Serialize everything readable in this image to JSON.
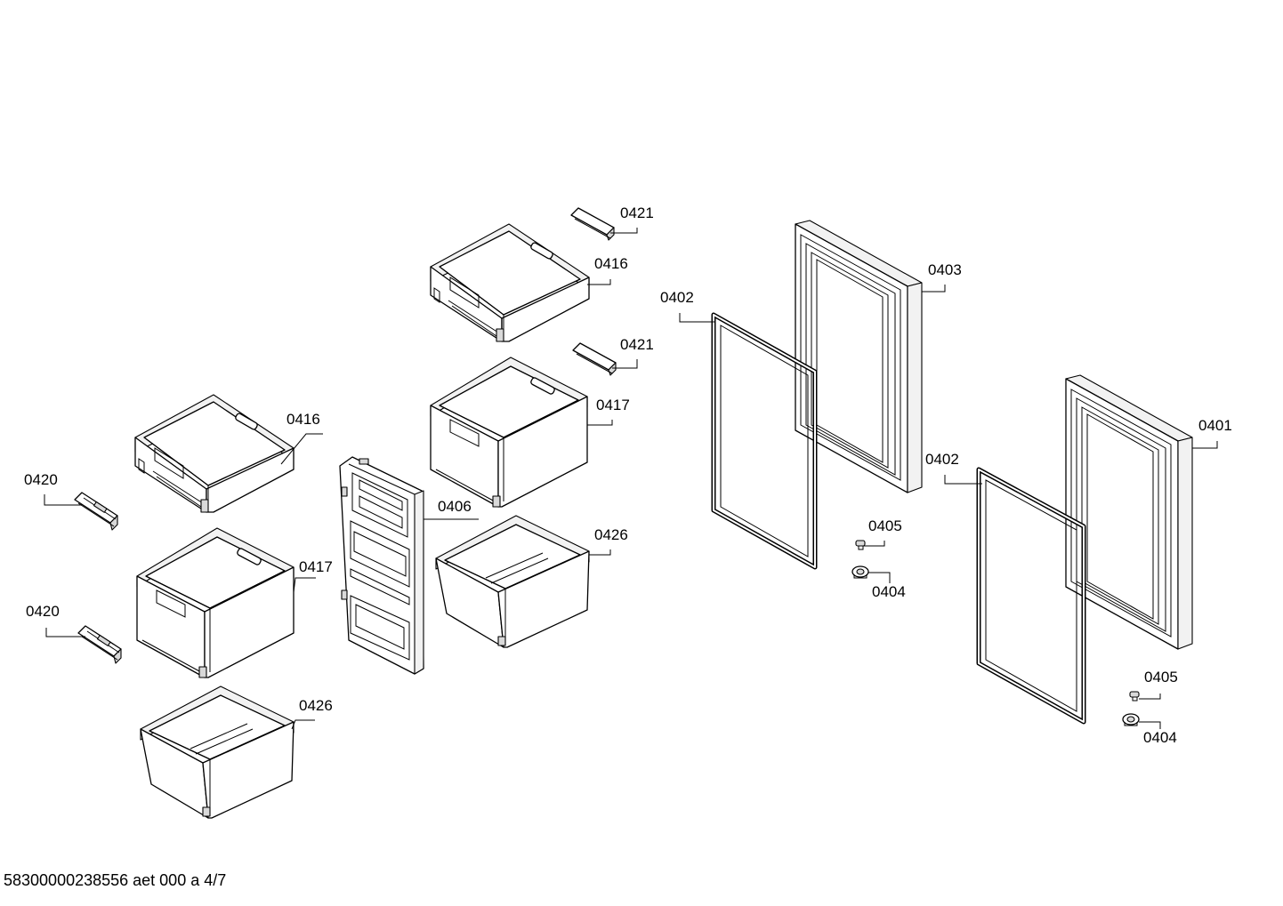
{
  "labels": {
    "drawer_0416_left": "0416",
    "drawer_0416_right": "0416",
    "drawer_0417_left": "0417",
    "drawer_0417_right": "0417",
    "drawer_0426_left": "0426",
    "drawer_0426_right": "0426",
    "rail_0420_upper": "0420",
    "rail_0420_lower": "0420",
    "rail_0421_upper": "0421",
    "rail_0421_lower": "0421",
    "panel_0406": "0406",
    "gasket_0402_left": "0402",
    "gasket_0402_right": "0402",
    "door_0403": "0403",
    "door_0401": "0401",
    "screw_0405_left": "0405",
    "screw_0405_right": "0405",
    "hinge_0404_left": "0404",
    "hinge_0404_right": "0404"
  },
  "footer": "58300000238556 aet 000 a 4/7"
}
